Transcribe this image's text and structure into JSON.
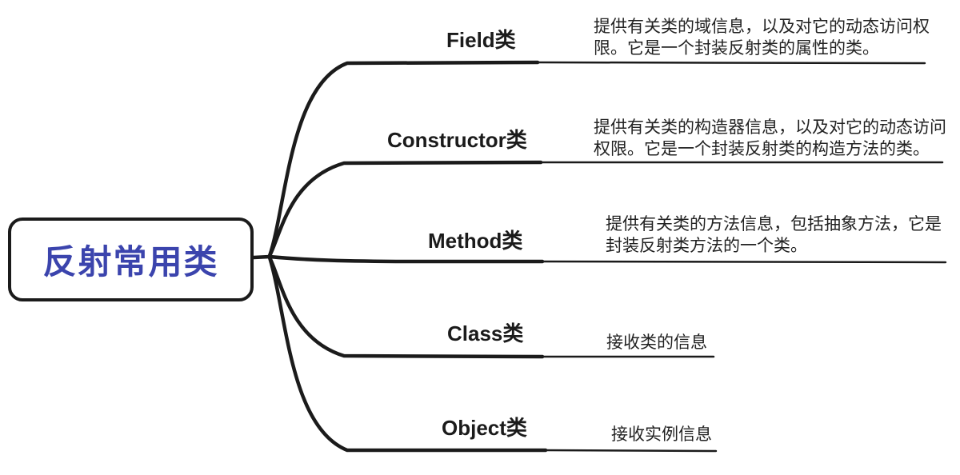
{
  "root": {
    "label": "反射常用类"
  },
  "branches": [
    {
      "id": "field",
      "label": "Field类",
      "desc": "提供有关类的域信息，以及对它的动态访问权限。它是一个封装反射类的属性的类。"
    },
    {
      "id": "constructor",
      "label": "Constructor类",
      "desc": "提供有关类的构造器信息，以及对它的动态访问权限。它是一个封装反射类的构造方法的类。"
    },
    {
      "id": "method",
      "label": "Method类",
      "desc": "提供有关类的方法信息，包括抽象方法，它是封装反射类方法的一个类。"
    },
    {
      "id": "class",
      "label": "Class类",
      "desc": "接收类的信息"
    },
    {
      "id": "object",
      "label": "Object类",
      "desc": "接收实例信息"
    }
  ],
  "colors": {
    "line": "#1b1b1b",
    "root_text": "#3b44ad",
    "desc_text": "#222222",
    "background": "#ffffff"
  }
}
